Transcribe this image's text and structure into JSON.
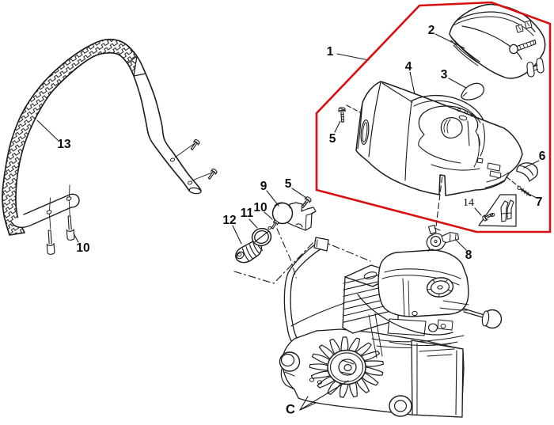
{
  "figure": {
    "type": "exploded-parts-diagram",
    "callouts": [
      "1",
      "2",
      "3",
      "4",
      "5",
      "6",
      "7",
      "8",
      "9",
      "10",
      "11",
      "12",
      "13",
      "14",
      "C"
    ]
  },
  "colors": {
    "line": "#1c1c1c",
    "highlight": "#d90f0f",
    "label": "#0d0d0d",
    "background": "#ffffff"
  },
  "labels": {
    "n1": "1",
    "n2": "2",
    "n3": "3",
    "n4": "4",
    "n5": "5",
    "n6": "6",
    "n7": "7",
    "n8": "8",
    "n9": "9",
    "n10": "10",
    "n11": "11",
    "n12": "12",
    "n13": "13",
    "n14": "14",
    "nC": "C"
  }
}
